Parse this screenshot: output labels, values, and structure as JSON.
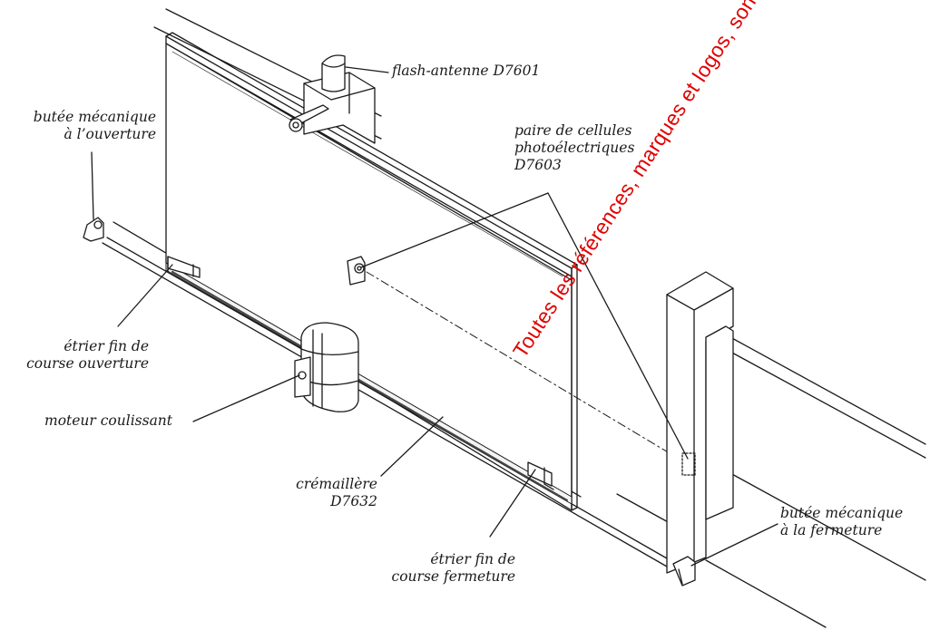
{
  "labels": {
    "flash": [
      "flash-antenne D7601"
    ],
    "butee_ouverture": [
      "butée mécanique",
      "à l’ouverture"
    ],
    "cellules": [
      "paire de cellules",
      "photoélectriques",
      "D7603"
    ],
    "etrier_ouverture": [
      "étrier fin de",
      "course ouverture"
    ],
    "moteur": [
      "moteur coulissant"
    ],
    "cremaillere": [
      "crémaillère",
      "D7632"
    ],
    "etrier_fermeture": [
      "étrier fin de",
      "course fermeture"
    ],
    "butee_fermeture": [
      "butée mécanique",
      "à la fermeture"
    ]
  },
  "watermark": "Toutes les références, marques et logos, sont la propriété des dé"
}
